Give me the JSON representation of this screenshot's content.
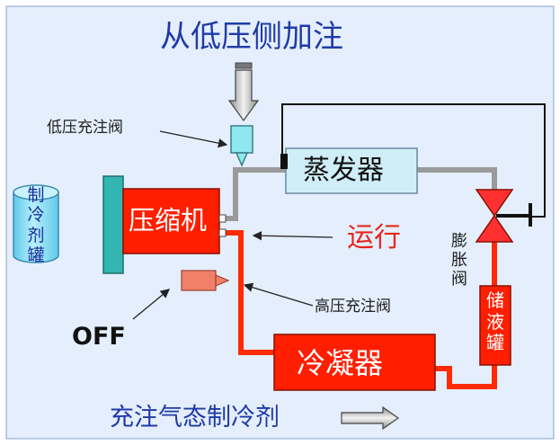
{
  "title": "从低压侧加注",
  "labels": {
    "low_pressure_valve": "低压充注阀",
    "evaporator": "蒸发器",
    "compressor": "压缩机",
    "running": "运行",
    "expansion_valve": "膨胀阀",
    "receiver": "储液罐",
    "high_pressure_valve": "高压充注阀",
    "off": "OFF",
    "condenser": "冷凝器",
    "refrigerant_tank": "制冷剂罐",
    "caption": "充注气态制冷剂"
  },
  "colors": {
    "background": "#e4eefc",
    "high_side": "#ff2a00",
    "low_side": "#9a9a9a",
    "title_text": "#1f3aa8",
    "running_text": "#e8261c",
    "evaporator_fill": "#cfeef7",
    "component_red": "#ff1e00",
    "valve_red": "#ff3030",
    "teal": "#33b6b1",
    "tank_blue": "#8fe0f6",
    "service_valve": "#f08068"
  }
}
